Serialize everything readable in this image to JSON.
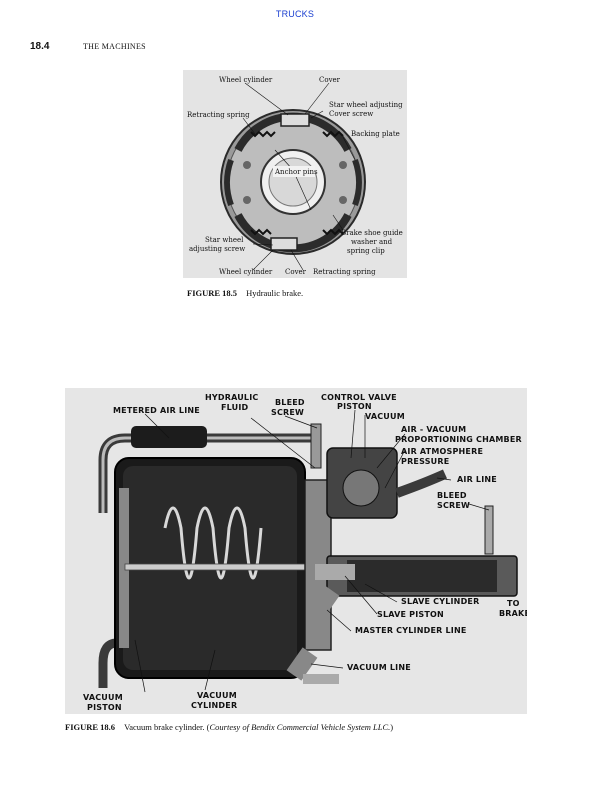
{
  "header": {
    "running_head": "TRUCKS",
    "section_number": "18.4",
    "section_title": "THE MACHINES"
  },
  "figure_18_5": {
    "number": "FIGURE 18.5",
    "caption": "Hydraulic brake.",
    "labels": {
      "wheel_cylinder_top": "Wheel cylinder",
      "cover_top": "Cover",
      "retracting_spring_left": "Retracting spring",
      "star_wheel_line1": "Star wheel adjusting",
      "cover_screw": "Cover screw",
      "backing_plate": "Backing plate",
      "anchor_pins": "Anchor pins",
      "brake_shoe_line1": "Brake shoe guide",
      "brake_shoe_line2": "washer and",
      "brake_shoe_line3": "spring clip",
      "star_wheel_adj_line1": "Star wheel",
      "star_wheel_adj_line2": "adjusting screw",
      "wheel_cylinder_bottom": "Wheel cylinder",
      "cover_bottom": "Cover",
      "retracting_spring_bottom": "Retracting spring"
    }
  },
  "figure_18_6": {
    "number": "FIGURE 18.6",
    "caption_plain": "Vacuum brake cylinder. (",
    "caption_italic": "Courtesy of Bendix Commercial Vehicle System LLC.",
    "caption_close": ")",
    "labels": {
      "hydraulic_fluid_1": "HYDRAULIC",
      "hydraulic_fluid_2": "FLUID",
      "bleed_screw_top_1": "BLEED",
      "bleed_screw_top_2": "SCREW",
      "control_valve_1": "CONTROL VALVE",
      "control_valve_2": "PISTON",
      "vacuum_top": "VACUUM",
      "metered_air_line": "METERED AIR LINE",
      "air_vacuum_1": "AIR - VACUUM",
      "air_vacuum_2": "PROPORTIONING CHAMBER",
      "air_atmosphere_1": "AIR ATMOSPHERE",
      "air_atmosphere_2": "PRESSURE",
      "air_line": "AIR LINE",
      "bleed_screw_right_1": "BLEED",
      "bleed_screw_right_2": "SCREW",
      "slave_cylinder": "SLAVE CYLINDER",
      "slave_piston": "SLAVE PISTON",
      "to_brake_1": "TO",
      "to_brake_2": "BRAKE",
      "master_cylinder_line": "MASTER CYLINDER LINE",
      "vacuum_line": "VACUUM LINE",
      "vacuum_piston_1": "VACUUM",
      "vacuum_piston_2": "PISTON",
      "vacuum_cylinder_1": "VACUUM",
      "vacuum_cylinder_2": "CYLINDER"
    }
  }
}
